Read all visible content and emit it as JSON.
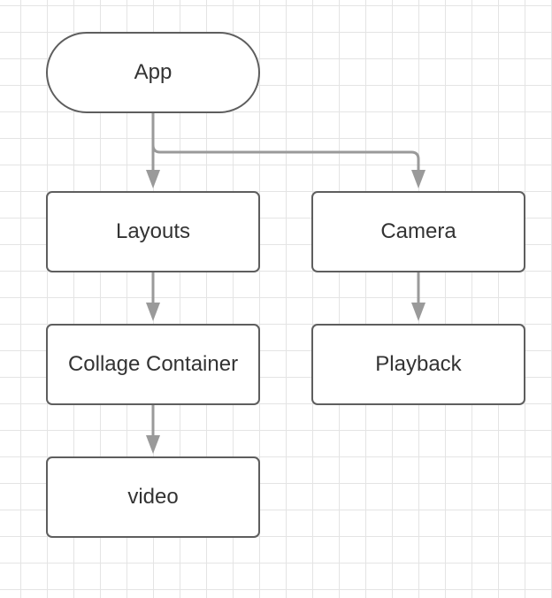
{
  "diagram": {
    "type": "flowchart",
    "colors": {
      "node_border": "#5e5e5e",
      "connector": "#9a9a9a",
      "text": "#333333",
      "grid": "#e4e4e4"
    },
    "nodes": {
      "app": {
        "label": "App",
        "shape": "terminal"
      },
      "layouts": {
        "label": "Layouts",
        "shape": "process"
      },
      "camera": {
        "label": "Camera",
        "shape": "process"
      },
      "collage_container": {
        "label": "Collage Container",
        "shape": "process"
      },
      "playback": {
        "label": "Playback",
        "shape": "process"
      },
      "video": {
        "label": "video",
        "shape": "process"
      }
    },
    "edges": [
      {
        "from": "app",
        "to": "layouts"
      },
      {
        "from": "app",
        "to": "camera"
      },
      {
        "from": "layouts",
        "to": "collage_container"
      },
      {
        "from": "collage_container",
        "to": "video"
      },
      {
        "from": "camera",
        "to": "playback"
      }
    ]
  }
}
